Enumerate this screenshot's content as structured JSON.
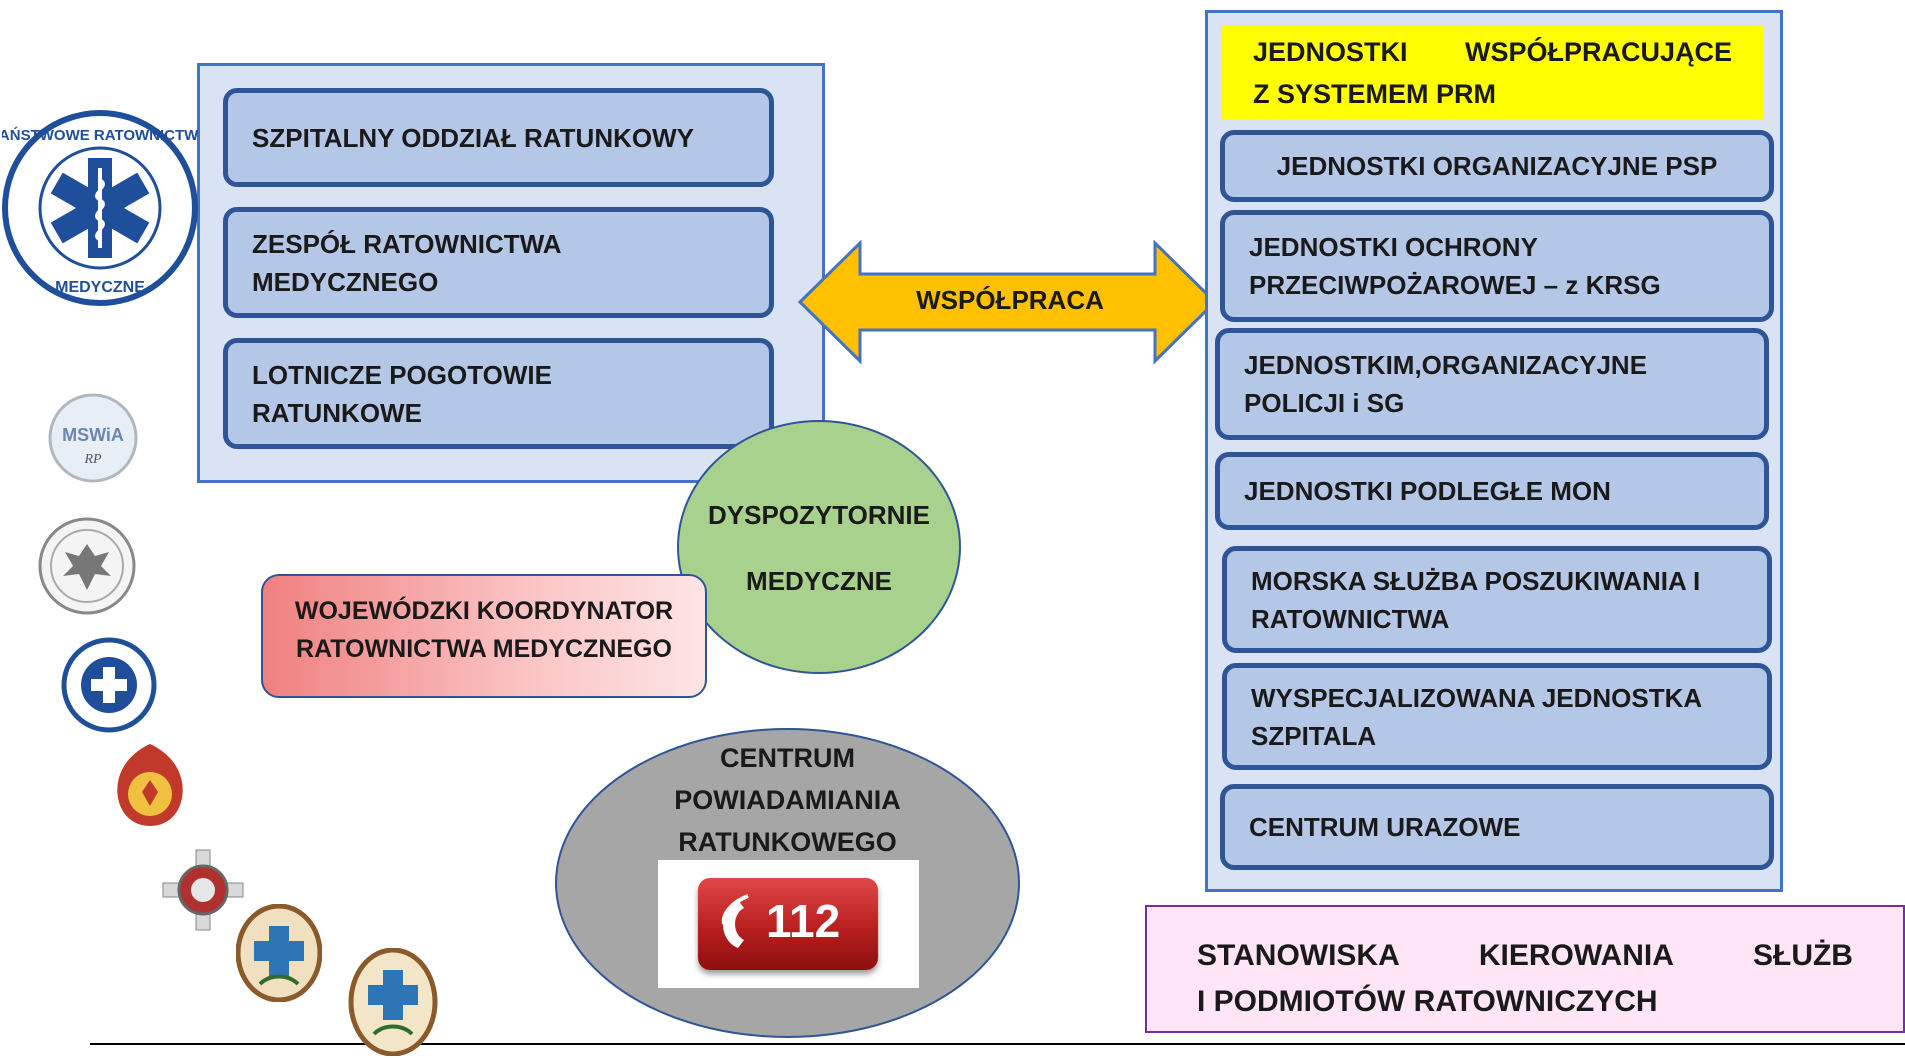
{
  "left_panel": {
    "items": [
      {
        "lines": [
          "SZPITALNY ODDZIAŁ RATUNKOWY"
        ]
      },
      {
        "lines": [
          "ZESPÓŁ RATOWNICTWA",
          "MEDYCZNEGO"
        ]
      },
      {
        "lines": [
          "LOTNICZE POGOTOWIE",
          "RATUNKOWE"
        ]
      }
    ]
  },
  "arrow": {
    "label": "WSPÓŁPRACA",
    "fill": "#ffc000",
    "stroke": "#4472c4"
  },
  "dispatch": {
    "line1": "DYSPOZYTORNIE",
    "line2": "MEDYCZNE",
    "color": "#a9d18e"
  },
  "coordinator": {
    "line1": "WOJEWÓDZKI KOORDYNATOR",
    "line2": "RATOWNICTWA MEDYCZNEGO"
  },
  "cpr": {
    "line1": "CENTRUM",
    "line2": "POWIADAMIANIA",
    "line3": "RATUNKOWEGO",
    "emergency_number": "112",
    "color": "#a6a6a6"
  },
  "right_panel": {
    "header": {
      "word1": "JEDNOSTKI",
      "word2": "WSPÓŁPRACUJĄCE",
      "line2": "Z SYSTEMEM PRM"
    },
    "items": [
      {
        "lines": [
          "JEDNOSTKI ORGANIZACYJNE PSP"
        ]
      },
      {
        "lines": [
          "JEDNOSTKI OCHRONY",
          "PRZECIWPOŻAROWEJ – z KRSG"
        ]
      },
      {
        "lines": [
          "JEDNOSTKIM,ORGANIZACYJNE",
          "POLICJI i SG"
        ]
      },
      {
        "lines": [
          "JEDNOSTKI PODLEGŁE MON"
        ]
      },
      {
        "lines": [
          "MORSKA SŁUŻBA POSZUKIWANIA I",
          "RATOWNICTWA"
        ]
      },
      {
        "lines": [
          "WYSPECJALIZOWANA JEDNOSTKA",
          "SZPITALA"
        ]
      },
      {
        "lines": [
          "CENTRUM URAZOWE"
        ]
      }
    ]
  },
  "bottom_box": {
    "words": [
      "STANOWISKA",
      "KIEROWANIA",
      "SŁUŻB"
    ],
    "line2": "I PODMIOTÓW RATOWNICZYCH",
    "color": "#ffe5f5"
  },
  "logos": {
    "prm_logo_text_top": "PAŃSTWOWE RATOWNICTWO",
    "prm_logo_text_bottom": "MEDYCZNE",
    "mswia_text": "MSWiA",
    "mswia_sub": "RP",
    "icons": [
      "prm-star-of-life-icon",
      "mswia-icon",
      "eagle-emblem-icon",
      "wopr-icon",
      "psp-icon",
      "osp-icon",
      "gopr-icon",
      "topr-icon"
    ]
  }
}
